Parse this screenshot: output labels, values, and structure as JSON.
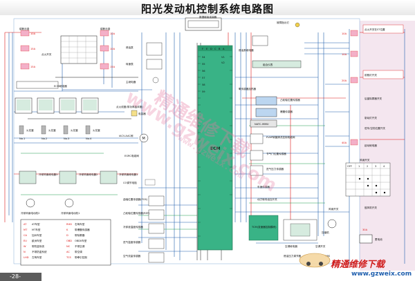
{
  "title": "阳光发动机控制系统电路图",
  "page_number": "-28-",
  "watermarks": {
    "logo": "精通维修下载",
    "url": "www.gzweix.com",
    "center_1": "精通维修下载",
    "center_2": "www.gzweix.com",
    "center_3": "www.gzweix.com"
  },
  "ecm": {
    "label": "ECM"
  },
  "labels": {
    "diag_connector": "数据链接连接器",
    "ign_switch": "点火开关",
    "fuse_box": "熔断丝盒",
    "ecm_relay": "ECM继电器",
    "fuel_pump": "燃油泵",
    "fuel_pump_relay": "燃油泵继电器",
    "tach": "转速表",
    "mil": "故障指示灯",
    "main_relay": "主继电器",
    "combination_meter": "组合仪表",
    "spark_plug": "火花塞",
    "ign_coil": "点火线圈(带功率晶体管)",
    "condenser": "电容器",
    "iacv": "IACV-AAC阀",
    "egrc": "EGRC电磁阀",
    "o2_heater": "氧传感器加热器",
    "cmp_sensor": "凸轮轴位置传感器",
    "knock_sensor": "爆震传感器",
    "natc": "NATC-IMMU",
    "evap_valve": "EVAP碳罐清洗控制电磁阀",
    "throttle_sensor": "节气门位置传感器",
    "map_sensor": "进气压力传感器",
    "maf_sensor": "空气流量传感器",
    "fan_relay_1": "冷却风扇继电器1",
    "fan_relay_2": "冷却风扇继电器2",
    "fan_relay_3": "冷却风扇继电器3",
    "fan_motor_1": "冷却风扇电动机1",
    "fan_motor_2": "冷却风扇电动机2",
    "ckp_sensor": "曲轴位置传感器(POS)",
    "ref_sensor": "凸轮轴位置传感器(REF)",
    "ect_sensor": "冷却液温度传感器",
    "iat_sensor": "进气温度传感器",
    "vss": "车速传感器",
    "ps_switch": "动力转向油压开关",
    "tcm": "TCM(变速器控制模块)",
    "ac_relay": "空调继电器",
    "ac_switch": "空调开关",
    "heater_fan": "鼓风机开关",
    "compressor": "压缩机",
    "fan_switch": "风扇开关",
    "battery": "蓄电池",
    "start_relay": "起动继电器",
    "starter_signal": "点火开关在ST位置",
    "brake_switch": "制动灯开关",
    "headlamp": "前照灯开关",
    "rear_defog": "后窗除雾器开关",
    "park_switch": "驻车/空档位置开关",
    "co_adjust": "CO调节电阻",
    "fuel_pressure": "燃油压力调节器",
    "abs": "ABS"
  },
  "legend": [
    {
      "code": "AT",
      "text": "AT车型"
    },
    {
      "code": "MT",
      "text": "MT车型"
    },
    {
      "code": "CA",
      "text": "加州车型"
    },
    {
      "code": "EU",
      "text": "欧洲车型"
    },
    {
      "code": "W",
      "text": "带防盗系统"
    },
    {
      "code": "N",
      "text": "不带防盗系统"
    },
    {
      "code": "LHD",
      "text": "左驾车型"
    },
    {
      "code": "RHD",
      "text": "右驾车型"
    },
    {
      "code": "K",
      "text": "带爆震传感器"
    },
    {
      "code": "D",
      "text": "带除雾器"
    },
    {
      "code": "OBD",
      "text": "OBDII车型"
    },
    {
      "code": "NC",
      "text": "不带空调"
    },
    {
      "code": "AC",
      "text": "带空调"
    },
    {
      "code": "TCS",
      "text": "带牵引控制"
    }
  ],
  "fan_table": {
    "title": "风扇开关",
    "headers": [
      "OFF",
      "1",
      "2",
      "3",
      "4"
    ]
  },
  "fuse_labels": [
    "10A",
    "15A",
    "15A",
    "10A",
    "10A",
    "15A",
    "10A",
    "10A",
    "20A",
    "40A",
    "30A"
  ],
  "connector_labels": [
    "F",
    "E",
    "D",
    "C",
    "B",
    "A",
    "V1",
    "V2",
    "54",
    "55",
    "56",
    "57",
    "58",
    "59"
  ],
  "cyl_labels": [
    "No.1",
    "No.2",
    "No.3",
    "No.4"
  ]
}
